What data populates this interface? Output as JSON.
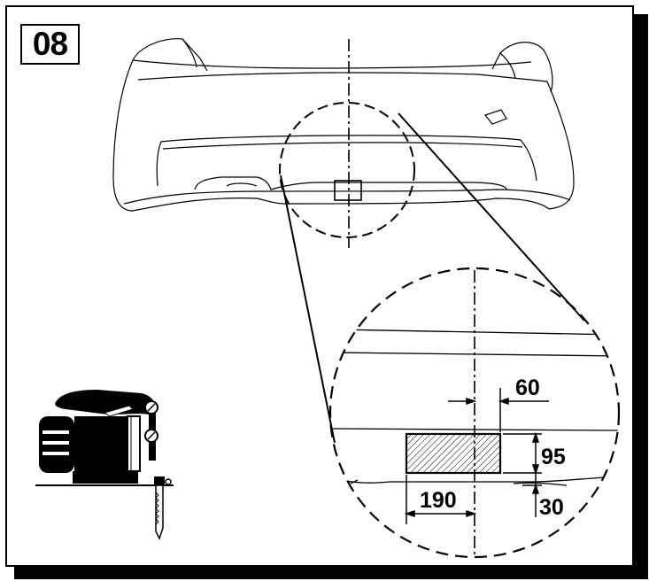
{
  "step_number": "08",
  "dimensions": {
    "width": "60",
    "height": "95",
    "offset_horizontal": "190",
    "offset_vertical": "30"
  },
  "icons": [
    "rear-bumper",
    "jigsaw-icon",
    "detail-magnifier",
    "cutout-hatch"
  ]
}
